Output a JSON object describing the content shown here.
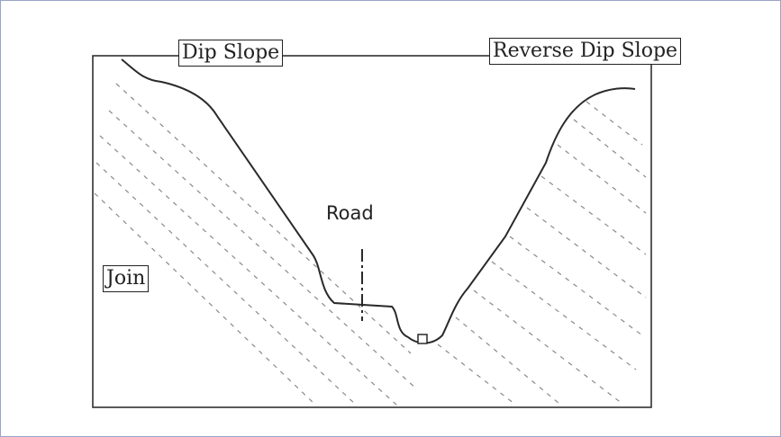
{
  "labels": {
    "dip_slope": "Dip Slope",
    "reverse_dip_slope": "Reverse Dip Slope",
    "road": "Road",
    "join": "Join"
  },
  "colors": {
    "line": "#2a2a2a",
    "hatch": "#8a8a8a",
    "frame": "#222222",
    "page_border": "#9aa3c7"
  }
}
